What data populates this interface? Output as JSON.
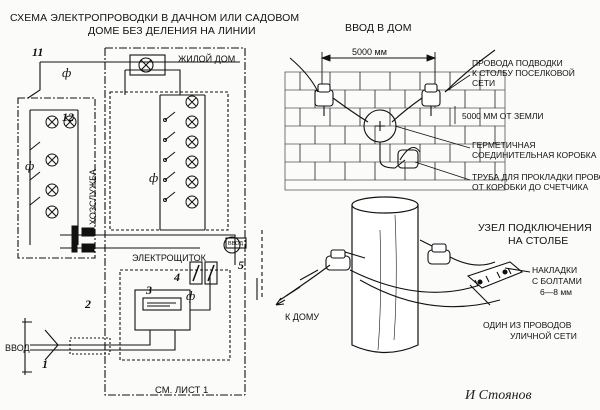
{
  "left": {
    "title_line1": "СХЕМА ЭЛЕКТРОПРОВОДКИ В ДАЧНОМ ИЛИ САДОВОМ",
    "title_line2": "ДОМЕ БЕЗ ДЕЛЕНИЯ НА ЛИНИИ",
    "house_label": "ЖИЛОЙ ДОМ",
    "outbuilding_label": "ХОЗСЛУЖБА",
    "panel_label": "ЭЛЕКТРОЩИТОК",
    "input_label": "ВВОД",
    "see_sheet": "СМ. ЛИСТ 1",
    "meter_tag": "ВВОД",
    "phase_symbol": "ф",
    "callouts": [
      "1",
      "2",
      "3",
      "4",
      "5",
      "11",
      "12"
    ]
  },
  "right_top": {
    "title": "ВВОД В ДОМ",
    "dim_top": "5000 мм",
    "label_wires": [
      "ПРОВОДА ПОДВОДКИ",
      "К СТОЛБУ ПОСЕЛКОВОЙ",
      "СЕТИ"
    ],
    "dim_ground": "5000 мм ОТ ЗЕМЛИ",
    "label_box": [
      "ГЕРМЕТИЧНАЯ",
      "СОЕДИНИТЕЛЬНАЯ КОРОБКА"
    ],
    "label_pipe": [
      "ТРУБА ДЛЯ ПРОКЛАДКИ ПРОВОДА",
      "ОТ КОРОБКИ ДО СЧЕТЧИКА"
    ]
  },
  "right_bottom": {
    "title": [
      "УЗЕЛ ПОДКЛЮЧЕНИЯ",
      "НА СТОЛБЕ"
    ],
    "label_plates": [
      "НАКЛАДКИ",
      "С БОЛТАМИ",
      "6—8 мм"
    ],
    "label_house": "К ДОМУ",
    "label_wire": [
      "ОДИН ИЗ ПРОВОДОВ",
      "УЛИЧНОЙ СЕТИ"
    ]
  },
  "signature": "И Стоянов"
}
